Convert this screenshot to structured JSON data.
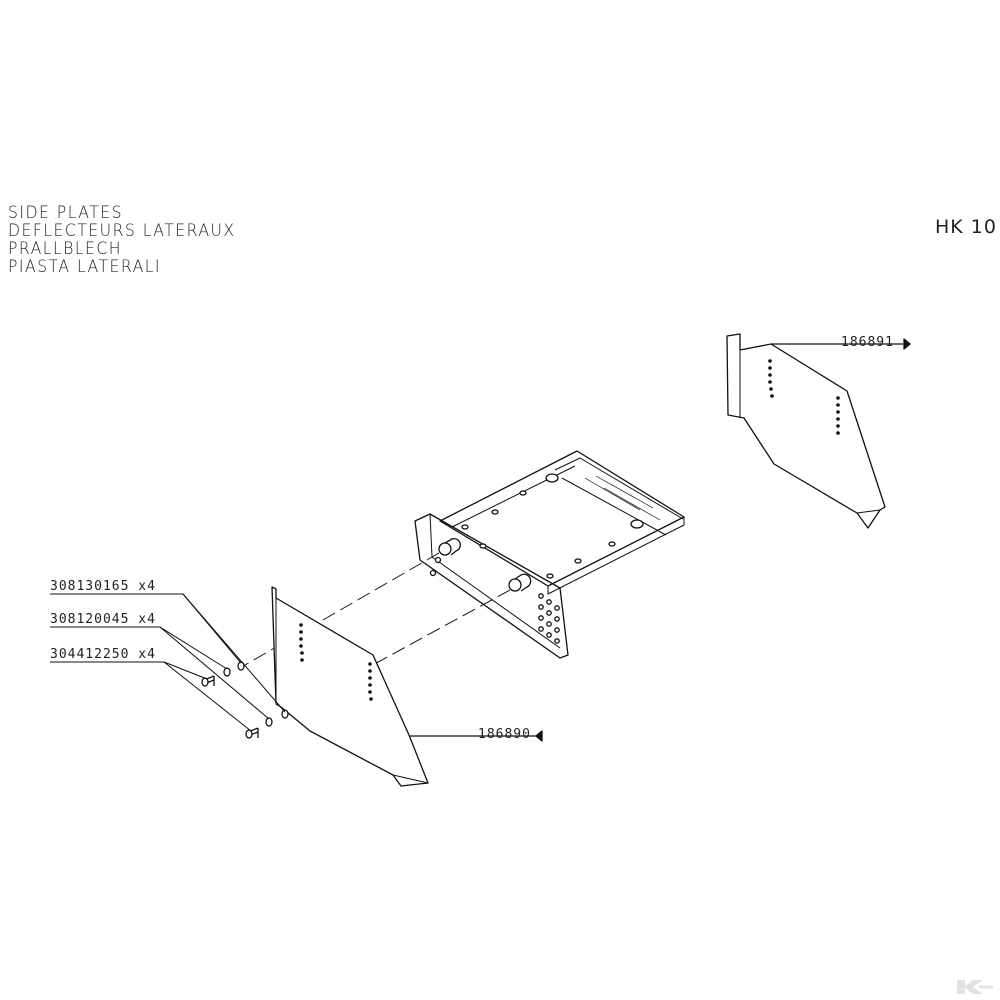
{
  "title": {
    "lines": [
      "SIDE PLATES",
      "DEFLECTEURS LATERAUX",
      "PRALLBLECH",
      "PIASTA LATERALI"
    ]
  },
  "model": "HK 10",
  "parts": {
    "side_plate_right": "186891",
    "side_plate_left": "186890",
    "fasteners": [
      {
        "part_number": "308130165",
        "qty": "x4"
      },
      {
        "part_number": "308120045",
        "qty": "x4"
      },
      {
        "part_number": "304412250",
        "qty": "x4"
      }
    ]
  },
  "colors": {
    "ink": "#111111",
    "background": "#ffffff",
    "watermark": "#e2e2e2"
  },
  "watermark": {
    "icon": "brand-logo-watermark"
  }
}
